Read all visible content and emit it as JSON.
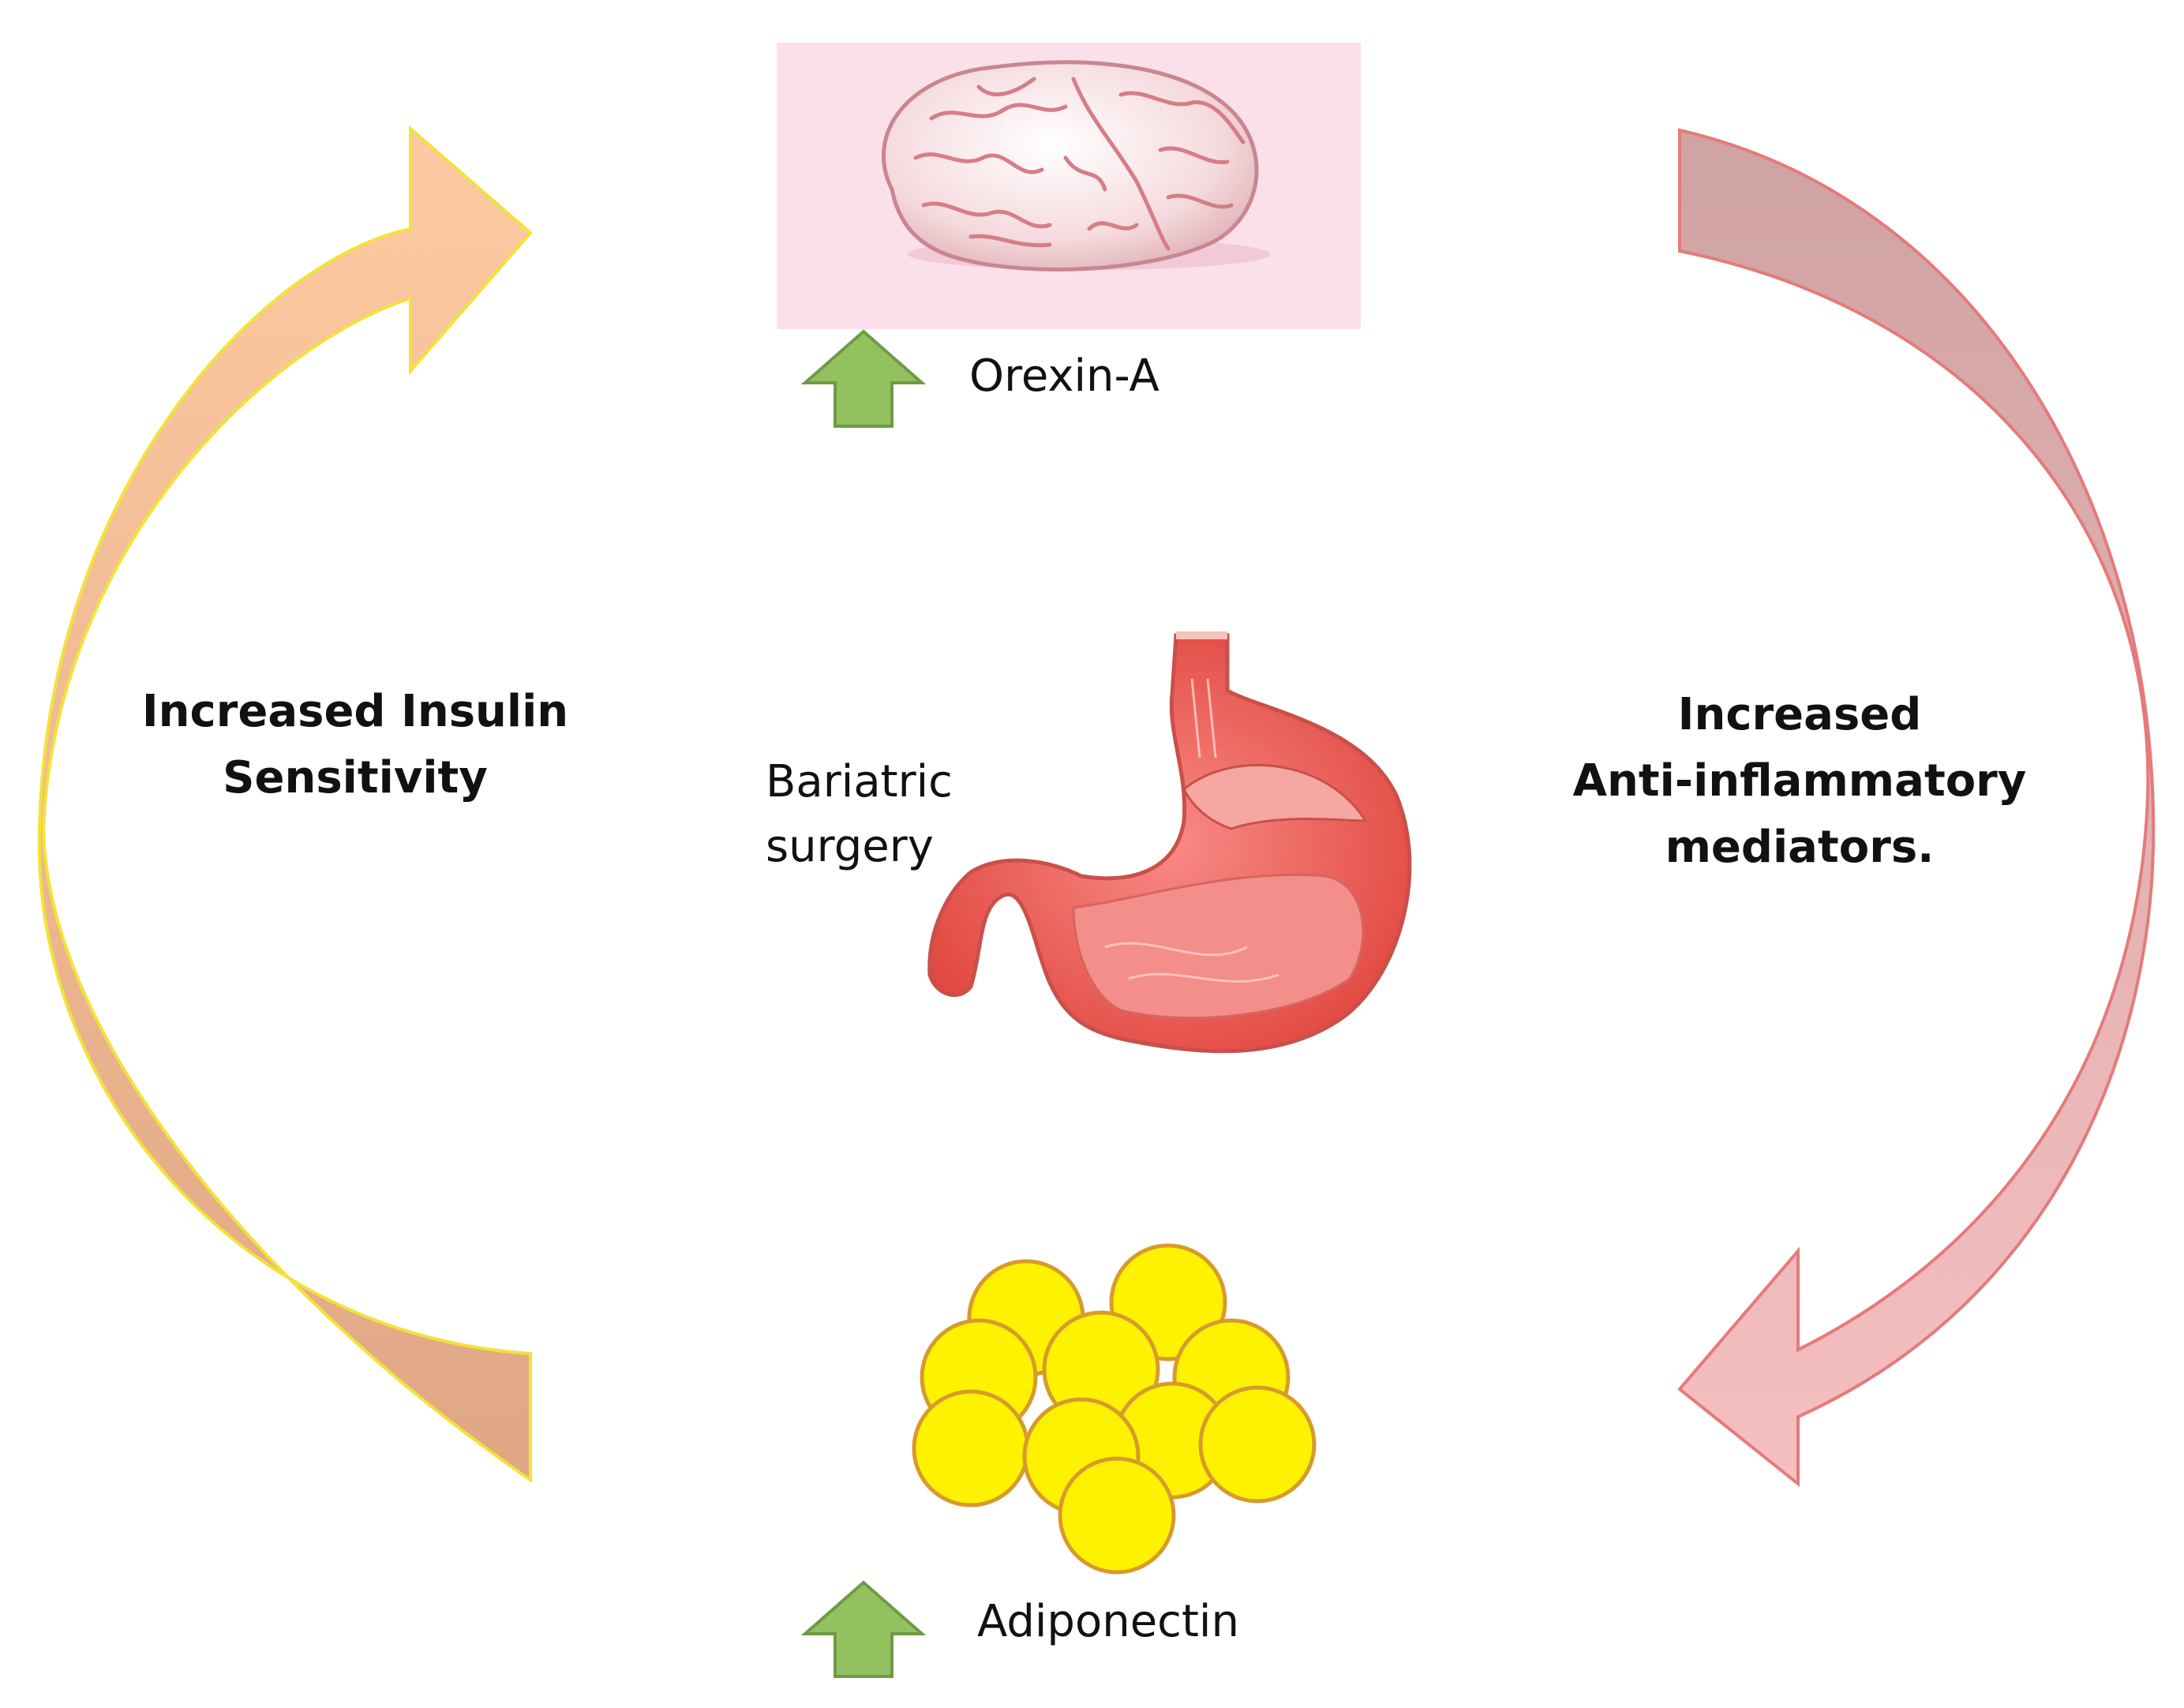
{
  "nodes": {
    "brain": {
      "label": "Orexin-A"
    },
    "stomach": {
      "label_line1": "Bariatric",
      "label_line2": "surgery"
    },
    "fat": {
      "label": "Adiponectin"
    }
  },
  "arrows": {
    "left": {
      "label_line1": "Increased Insulin",
      "label_line2": "Sensitivity"
    },
    "right": {
      "label_line1": "Increased",
      "label_line2": "Anti-inflammatory",
      "label_line3": "mediators."
    }
  },
  "colors": {
    "left_arrow_fill": "#f5b98e",
    "left_arrow_stroke": "#f3e23a",
    "right_arrow_fill": "#d9999b",
    "right_arrow_stroke": "#e57a7a",
    "up_arrow_fill": "#93c15f",
    "up_arrow_stroke": "#6f9a45",
    "fat_cell_fill": "#fff200",
    "fat_cell_stroke": "#d79a2c",
    "brain_bg": "#fbe0ea"
  }
}
